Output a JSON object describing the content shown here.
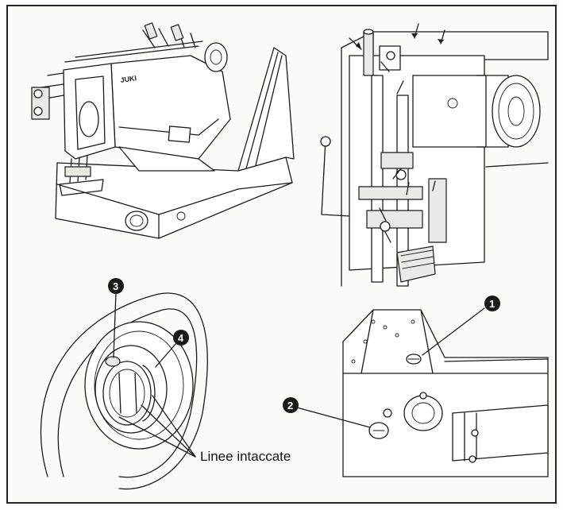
{
  "callouts": {
    "n1": "1",
    "n2": "2",
    "n3": "3",
    "n4": "4",
    "notched_lines_label": "Linee intaccate"
  },
  "machine": {
    "brand_label": "JUKI"
  },
  "colors": {
    "line": "#1a1a1a",
    "paper": "#fbfbf8",
    "marker_fill": "#1a1a1a"
  }
}
